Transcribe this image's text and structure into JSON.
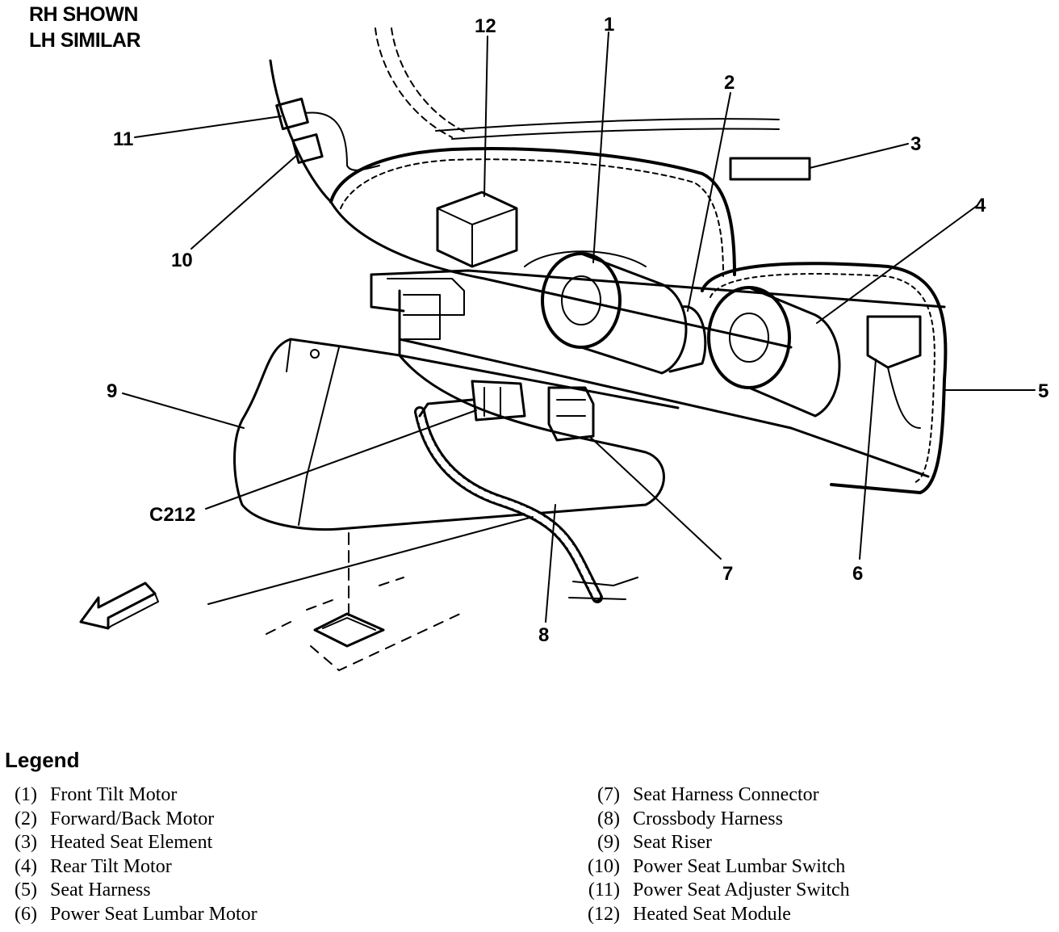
{
  "header": {
    "line1": "RH SHOWN",
    "line2": "LH SIMILAR"
  },
  "callouts": {
    "c1": "1",
    "c2": "2",
    "c3": "3",
    "c4": "4",
    "c5": "5",
    "c6": "6",
    "c7": "7",
    "c8": "8",
    "c9": "9",
    "c10": "10",
    "c11": "11",
    "c12": "12",
    "c212": "C212"
  },
  "legend": {
    "title": "Legend",
    "items": [
      {
        "num": "(1)",
        "label": "Front Tilt Motor"
      },
      {
        "num": "(2)",
        "label": "Forward/Back Motor"
      },
      {
        "num": "(3)",
        "label": "Heated Seat Element"
      },
      {
        "num": "(4)",
        "label": "Rear Tilt Motor"
      },
      {
        "num": "(5)",
        "label": "Seat Harness"
      },
      {
        "num": "(6)",
        "label": "Power Seat Lumbar Motor"
      },
      {
        "num": "(7)",
        "label": "Seat Harness Connector"
      },
      {
        "num": "(8)",
        "label": "Crossbody Harness"
      },
      {
        "num": "(9)",
        "label": "Seat Riser"
      },
      {
        "num": "(10)",
        "label": "Power Seat Lumbar Switch"
      },
      {
        "num": "(11)",
        "label": "Power Seat Adjuster Switch"
      },
      {
        "num": "(12)",
        "label": "Heated Seat Module"
      }
    ]
  }
}
